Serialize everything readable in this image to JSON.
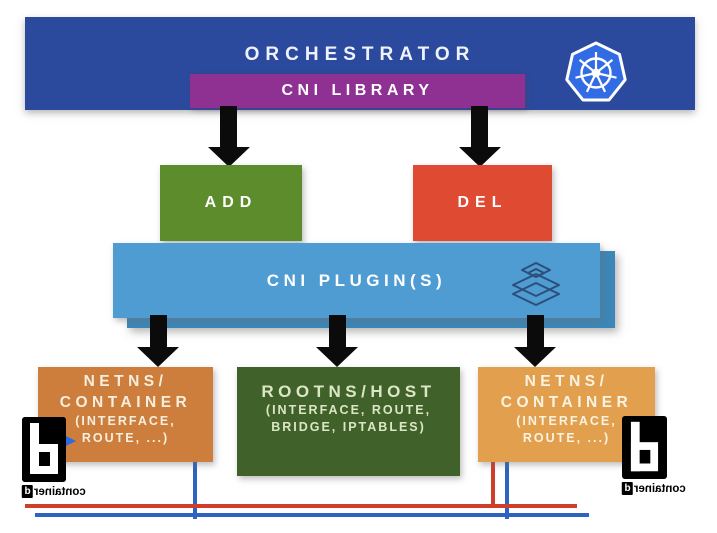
{
  "banner": {
    "label": "ORCHESTRATOR"
  },
  "library": {
    "label": "CNI LIBRARY"
  },
  "actions": {
    "add": "ADD",
    "del": "DEL"
  },
  "plugins": {
    "label": "CNI PLUGIN(S)"
  },
  "namespaces": {
    "left": {
      "line1": "NETNS/",
      "line2": "CONTAINER",
      "line3": "(INTERFACE,",
      "line4": "ROUTE, ...)"
    },
    "host": {
      "line1": "ROOTNS/HOST",
      "line2": "(INTERFACE, ROUTE,",
      "line3": "BRIDGE, IPTABLES)"
    },
    "right": {
      "line1": "NETNS/",
      "line2": "CONTAINER",
      "line3": "(INTERFACE,",
      "line4": "ROUTE, ...)"
    }
  },
  "containerd": {
    "wordmark": "container",
    "d_glyph": "d"
  },
  "icons": {
    "kubernetes": "kubernetes-helm-logo",
    "cni": "cni-stacked-layers-logo",
    "containerd": "containerd-logo-mirrored"
  },
  "colors": {
    "banner_blue": "#2b4a9d",
    "kubernetes_blue": "#326ce5",
    "library_purple": "#8f3193",
    "add_green": "#5d8c2d",
    "del_red": "#de4a32",
    "plugins_blue": "#4f9cd2",
    "netns_orange_left": "#cd7e3c",
    "rootns_green": "#40622a",
    "netns_orange_right": "#e2a04e",
    "wire_red": "#cf3e2b",
    "wire_blue": "#2d63c1",
    "arrow_black": "#0b0b0b"
  }
}
